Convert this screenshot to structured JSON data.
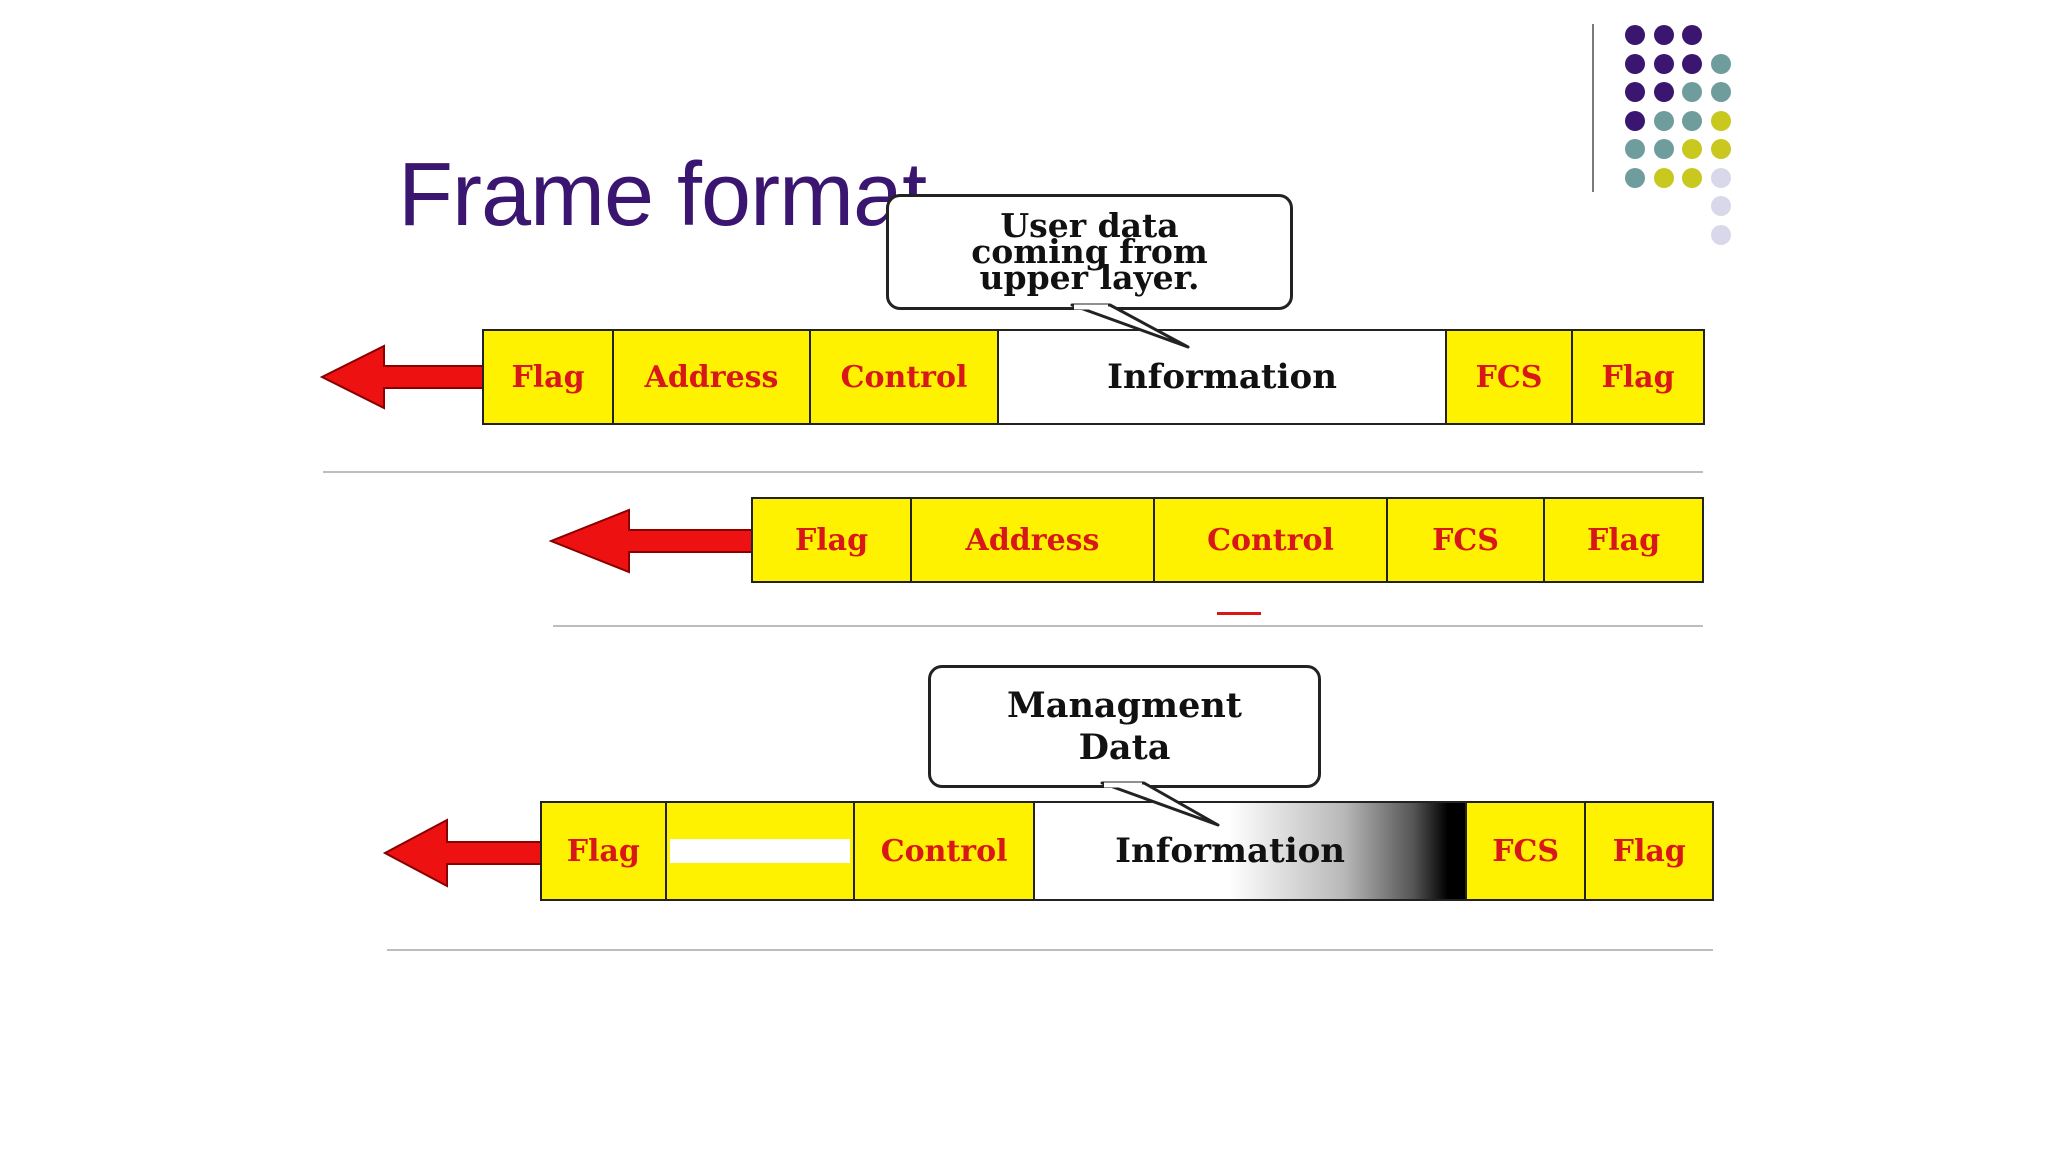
{
  "slide": {
    "title": "Frame format"
  },
  "frames": [
    {
      "fields": [
        {
          "label": "Flag",
          "kind": "flag"
        },
        {
          "label": "Address",
          "kind": "address"
        },
        {
          "label": "Control",
          "kind": "control"
        },
        {
          "label": "Information",
          "kind": "information"
        },
        {
          "label": "FCS",
          "kind": "fcs"
        },
        {
          "label": "Flag",
          "kind": "flag"
        }
      ],
      "callout": {
        "lines": [
          "User data",
          "coming from",
          "upper layer."
        ]
      }
    },
    {
      "fields": [
        {
          "label": "Flag",
          "kind": "flag"
        },
        {
          "label": "Address",
          "kind": "address"
        },
        {
          "label": "Control",
          "kind": "control"
        },
        {
          "label": "FCS",
          "kind": "fcs"
        },
        {
          "label": "Flag",
          "kind": "flag"
        }
      ]
    },
    {
      "fields": [
        {
          "label": "Flag",
          "kind": "flag"
        },
        {
          "label": "",
          "kind": "address-blank"
        },
        {
          "label": "Control",
          "kind": "control"
        },
        {
          "label": "Information",
          "kind": "information"
        },
        {
          "label": "FCS",
          "kind": "fcs"
        },
        {
          "label": "Flag",
          "kind": "flag"
        }
      ],
      "callout": {
        "lines": [
          "Managment",
          "Data"
        ]
      }
    }
  ],
  "colors": {
    "title": "#3a1670",
    "field_fill": "#fff200",
    "field_text": "#d81818",
    "arrow": "#ee1111",
    "dot_purple": "#3a1670",
    "dot_teal": "#6f9c9c",
    "dot_olive": "#c8c81e",
    "dot_lavender": "#d8d8ea"
  }
}
